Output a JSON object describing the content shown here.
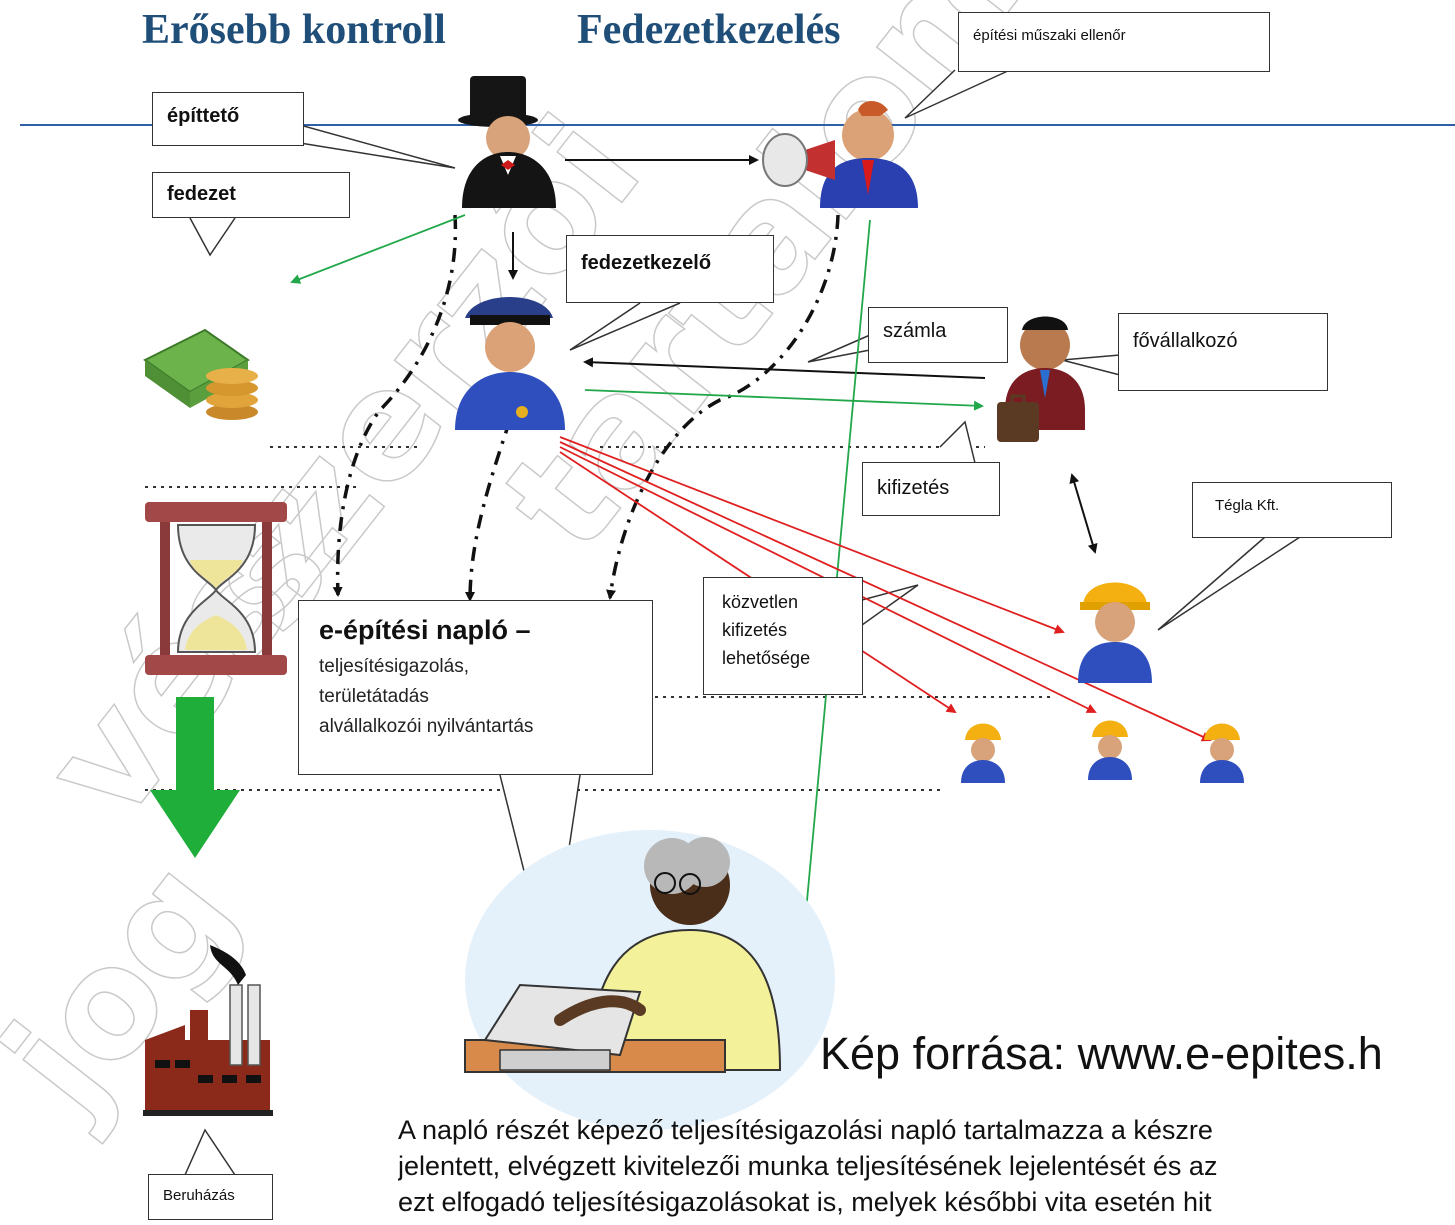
{
  "title_left": "Erősebb kontroll",
  "title_right": "Fedezetkezelés",
  "callouts": {
    "epitesi_muszaki_ellenor": "építési műszaki ellenőr",
    "epitteto": "építtető",
    "fedezet": "fedezet",
    "fedezetkezelo": "fedezetkezelő",
    "szamla": "számla",
    "fovallalkozo": "fővállalkozó",
    "kifizetes": "kifizetés",
    "tegla_kft": "Tégla Kft.",
    "beruhazas": "Beruházás"
  },
  "naplo": {
    "heading": "e-építési napló –",
    "lines": [
      "teljesítésigazolás,",
      "területátadás",
      "alvállalkozói nyilvántartás"
    ]
  },
  "kozvetlen": [
    "közvetlen",
    "kifizetés",
    "lehetősége"
  ],
  "source": "Kép forrása: www.e-epites.h",
  "paragraph": [
    "A napló részét képező teljesítésigazolási napló tartalmazza a készre",
    "jelentett, elvégzett kivitelezői munka teljesítésének lejelentését és az",
    "ezt elfogadó teljesítésigazolásokat is, melyek későbbi vita esetén hit"
  ],
  "colors": {
    "title": "#1f4e79",
    "rule": "#2e5fa8",
    "green_arrow": "#22a84a",
    "red_arrow": "#e02020",
    "big_green_arrow": "#1fae3a"
  },
  "watermark_text": "jog vészszerzői tartalom",
  "icons": [
    "top-hat-man-icon",
    "megaphone-inspector-icon",
    "police-officer-icon",
    "businessman-briefcase-icon",
    "worker-hardhat-icon",
    "money-coins-icon",
    "hourglass-icon",
    "factory-icon",
    "woman-at-computer-icon"
  ]
}
